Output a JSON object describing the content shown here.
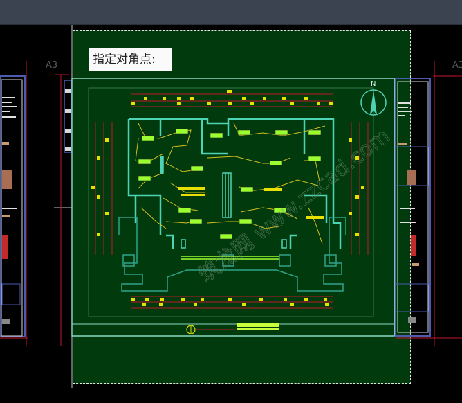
{
  "app": {
    "prompt_text": "指定对角点:",
    "sheet_label_left": "A3",
    "sheet_label_right": "A3",
    "north_label": "N",
    "watermark": "筑龙网 www.zzcad.com"
  },
  "colors": {
    "background": "#000000",
    "selection_fill": "#013a0c",
    "selection_border": "#e6e6e6",
    "wall": "#4fd3b5",
    "frame_blue": "#4a5bb0",
    "red_guide": "#c0182a",
    "yellow": "#e8e000",
    "lime": "#9bff2f"
  }
}
